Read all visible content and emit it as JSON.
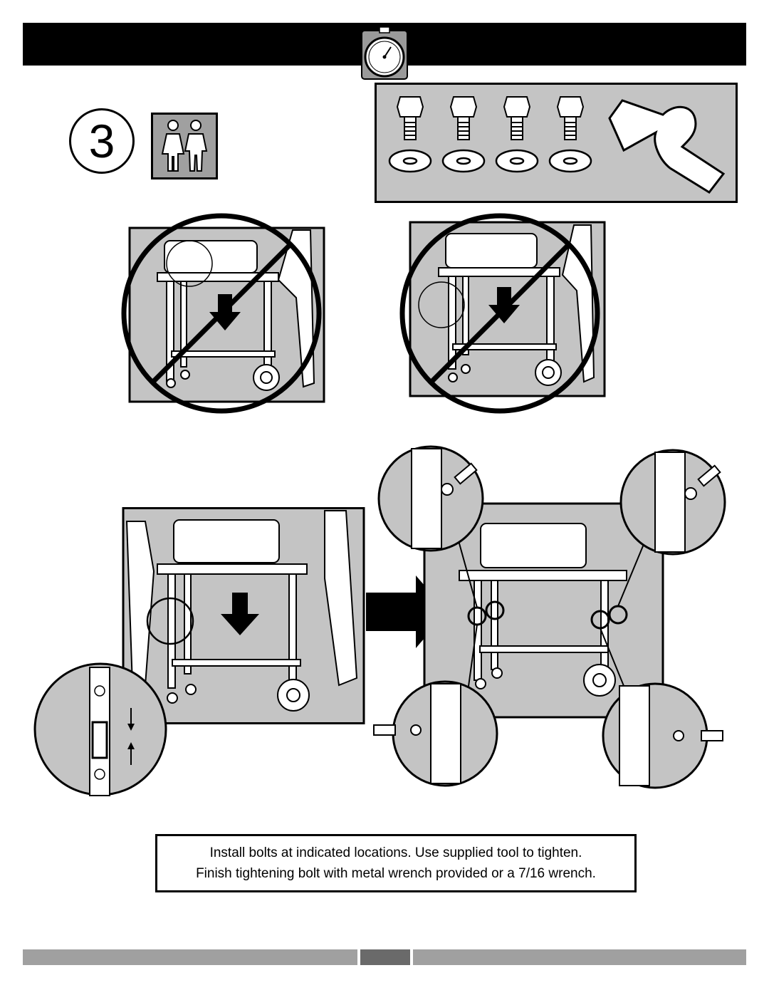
{
  "instructions": {
    "line1": "Install bolts at indicated locations. Use supplied tool to tighten.",
    "line2": "Finish tightening bolt with metal wrench provided or a 7/16  wrench."
  },
  "step": {
    "number": "3"
  },
  "icons": {
    "header": "stopwatch-icon",
    "helpers": "two-people-icon",
    "tool": "bolt-tool-icon",
    "prohibited": "prohibited-icon",
    "next": "right-arrow-icon"
  },
  "parts": {
    "bolts": 4,
    "washers": 4
  },
  "colors": {
    "panel": "#c4c4c4",
    "ink": "#000000",
    "footer": "#a0a0a0",
    "footer_accent": "#6a6a6a"
  }
}
